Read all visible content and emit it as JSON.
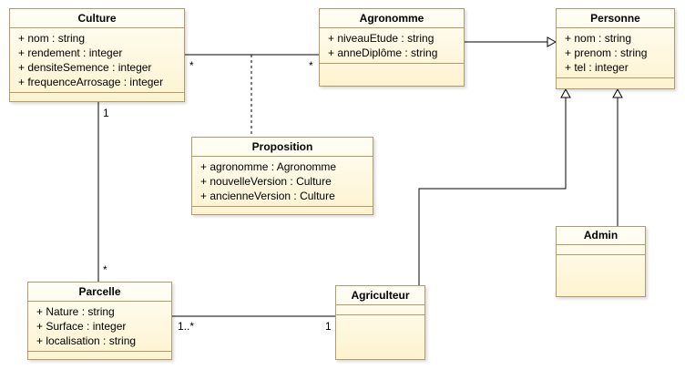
{
  "classes": {
    "culture": {
      "name": "Culture",
      "attributes": [
        "+ nom : string",
        "+ rendement : integer",
        "+ densiteSemence : integer",
        "+ frequenceArrosage : integer"
      ]
    },
    "agronomme": {
      "name": "Agronomme",
      "attributes": [
        "+ niveauEtude : string",
        "+ anneDiplôme : string"
      ]
    },
    "personne": {
      "name": "Personne",
      "attributes": [
        "+ nom : string",
        "+ prenom : string",
        "+ tel : integer"
      ]
    },
    "proposition": {
      "name": "Proposition",
      "attributes": [
        "+ agronomme : Agronomme",
        "+ nouvelleVersion : Culture",
        "+ ancienneVersion : Culture"
      ]
    },
    "admin": {
      "name": "Admin"
    },
    "parcelle": {
      "name": "Parcelle",
      "attributes": [
        "+ Nature : string",
        "+ Surface : integer",
        "+ localisation : string"
      ]
    },
    "agriculteur": {
      "name": "Agriculteur"
    }
  },
  "multiplicities": {
    "culture_agronomme_left": "*",
    "culture_agronomme_right": "*",
    "culture_parcelle_top": "1",
    "culture_parcelle_bottom": "*",
    "parcelle_agriculteur_left": "1..*",
    "parcelle_agriculteur_right": "1"
  },
  "colors": {
    "box_fill": "#fffbe6",
    "box_border": "#b29b6b",
    "line": "#000000"
  }
}
